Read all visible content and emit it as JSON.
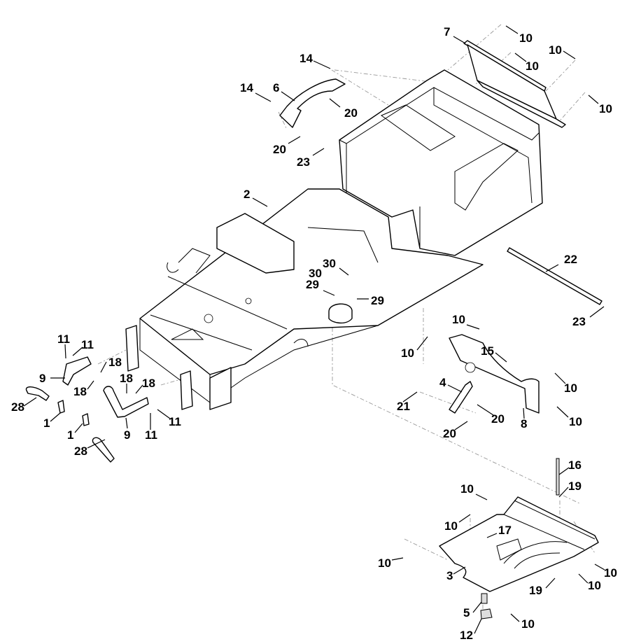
{
  "diagram": {
    "title": "Frame assembly exploded parts diagram",
    "callouts": [
      {
        "id": "c-7",
        "label": "7",
        "part": "bracket"
      },
      {
        "id": "c-10a",
        "label": "10",
        "part": "bolt"
      },
      {
        "id": "c-10b",
        "label": "10",
        "part": "bolt"
      },
      {
        "id": "c-10c",
        "label": "10",
        "part": "bolt"
      },
      {
        "id": "c-10d",
        "label": "10",
        "part": "bolt"
      },
      {
        "id": "c-14a",
        "label": "14",
        "part": "screw"
      },
      {
        "id": "c-14b",
        "label": "14",
        "part": "screw"
      },
      {
        "id": "c-6",
        "label": "6",
        "part": "notched-segment"
      },
      {
        "id": "c-20a",
        "label": "20",
        "part": "nut"
      },
      {
        "id": "c-20b",
        "label": "20",
        "part": "nut"
      },
      {
        "id": "c-23a",
        "label": "23",
        "part": "washer"
      },
      {
        "id": "c-2",
        "label": "2",
        "part": "frame"
      },
      {
        "id": "c-30a",
        "label": "30",
        "part": "screw"
      },
      {
        "id": "c-30b",
        "label": "30",
        "part": "screw"
      },
      {
        "id": "c-29a",
        "label": "29",
        "part": "washer"
      },
      {
        "id": "c-29b",
        "label": "29",
        "part": "washer"
      },
      {
        "id": "c-22",
        "label": "22",
        "part": "rod"
      },
      {
        "id": "c-23b",
        "label": "23",
        "part": "washer"
      },
      {
        "id": "c-11a",
        "label": "11",
        "part": "nut"
      },
      {
        "id": "c-11b",
        "label": "11",
        "part": "nut"
      },
      {
        "id": "c-9a",
        "label": "9",
        "part": "lever"
      },
      {
        "id": "c-18a",
        "label": "18",
        "part": "pin"
      },
      {
        "id": "c-18b",
        "label": "18",
        "part": "pin"
      },
      {
        "id": "c-28a",
        "label": "28",
        "part": "grip"
      },
      {
        "id": "c-1a",
        "label": "1",
        "part": "clip"
      },
      {
        "id": "c-18c",
        "label": "18",
        "part": "pin"
      },
      {
        "id": "c-18d",
        "label": "18",
        "part": "pin"
      },
      {
        "id": "c-11c",
        "label": "11",
        "part": "nut"
      },
      {
        "id": "c-11d",
        "label": "11",
        "part": "nut"
      },
      {
        "id": "c-9b",
        "label": "9",
        "part": "lever"
      },
      {
        "id": "c-1b",
        "label": "1",
        "part": "clip"
      },
      {
        "id": "c-28b",
        "label": "28",
        "part": "grip"
      },
      {
        "id": "c-10e",
        "label": "10",
        "part": "bolt"
      },
      {
        "id": "c-10f",
        "label": "10",
        "part": "bolt"
      },
      {
        "id": "c-15",
        "label": "15",
        "part": "bolt"
      },
      {
        "id": "c-4",
        "label": "4",
        "part": "link"
      },
      {
        "id": "c-21",
        "label": "21",
        "part": "bolt"
      },
      {
        "id": "c-20c",
        "label": "20",
        "part": "nut"
      },
      {
        "id": "c-20d",
        "label": "20",
        "part": "nut"
      },
      {
        "id": "c-8",
        "label": "8",
        "part": "side-bracket"
      },
      {
        "id": "c-10g",
        "label": "10",
        "part": "bolt"
      },
      {
        "id": "c-10h",
        "label": "10",
        "part": "bolt"
      },
      {
        "id": "c-16",
        "label": "16",
        "part": "long-bolt"
      },
      {
        "id": "c-19a",
        "label": "19",
        "part": "nut"
      },
      {
        "id": "c-10i",
        "label": "10",
        "part": "bolt"
      },
      {
        "id": "c-10j",
        "label": "10",
        "part": "bolt"
      },
      {
        "id": "c-17",
        "label": "17",
        "part": "plug"
      },
      {
        "id": "c-10k",
        "label": "10",
        "part": "bolt"
      },
      {
        "id": "c-3",
        "label": "3",
        "part": "bottom-plate"
      },
      {
        "id": "c-19b",
        "label": "19",
        "part": "nut"
      },
      {
        "id": "c-10l",
        "label": "10",
        "part": "bolt"
      },
      {
        "id": "c-10m",
        "label": "10",
        "part": "bolt"
      },
      {
        "id": "c-5",
        "label": "5",
        "part": "spacer"
      },
      {
        "id": "c-12",
        "label": "12",
        "part": "bushing"
      },
      {
        "id": "c-10n",
        "label": "10",
        "part": "bolt"
      }
    ]
  }
}
